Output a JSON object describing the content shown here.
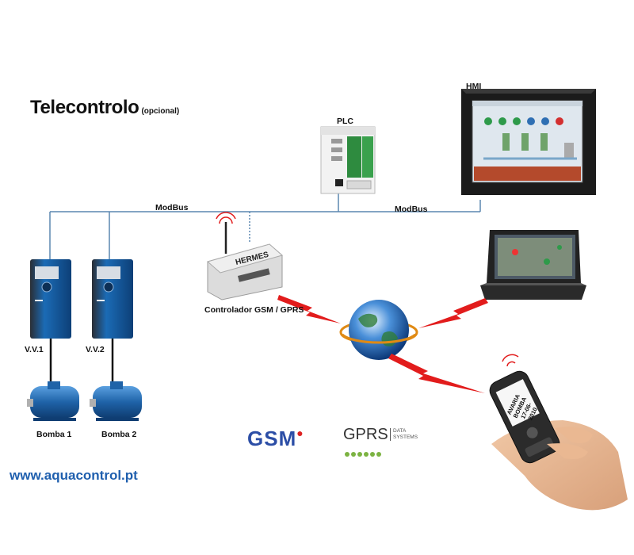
{
  "title": "Telecontrolo",
  "subtitle": "(opcional)",
  "labels": {
    "plc": "PLC",
    "hmi": "HMI",
    "modbus_left": "ModBus",
    "modbus_right": "ModBus",
    "controller": "Controlador GSM / GPRS",
    "vv1": "V.V.1",
    "vv2": "V.V.2",
    "pump1": "Bomba 1",
    "pump2": "Bomba 2"
  },
  "website": "www.aquacontrol.pt",
  "device_text": {
    "hermes": "HERMES",
    "phone_lines": [
      "AVARIA",
      "BOMBA",
      "17-06-",
      "2010"
    ]
  },
  "logos": {
    "gsm": "GSM",
    "gprs": "GPRS",
    "gprs_sub1": "DATA",
    "gprs_sub2": "SYSTEMS"
  },
  "colors": {
    "bus_line": "#5b87b0",
    "signal": "#e21c1c",
    "drive": "#1a4e86",
    "motor": "#2a6fb3",
    "url": "#1f5fae"
  }
}
